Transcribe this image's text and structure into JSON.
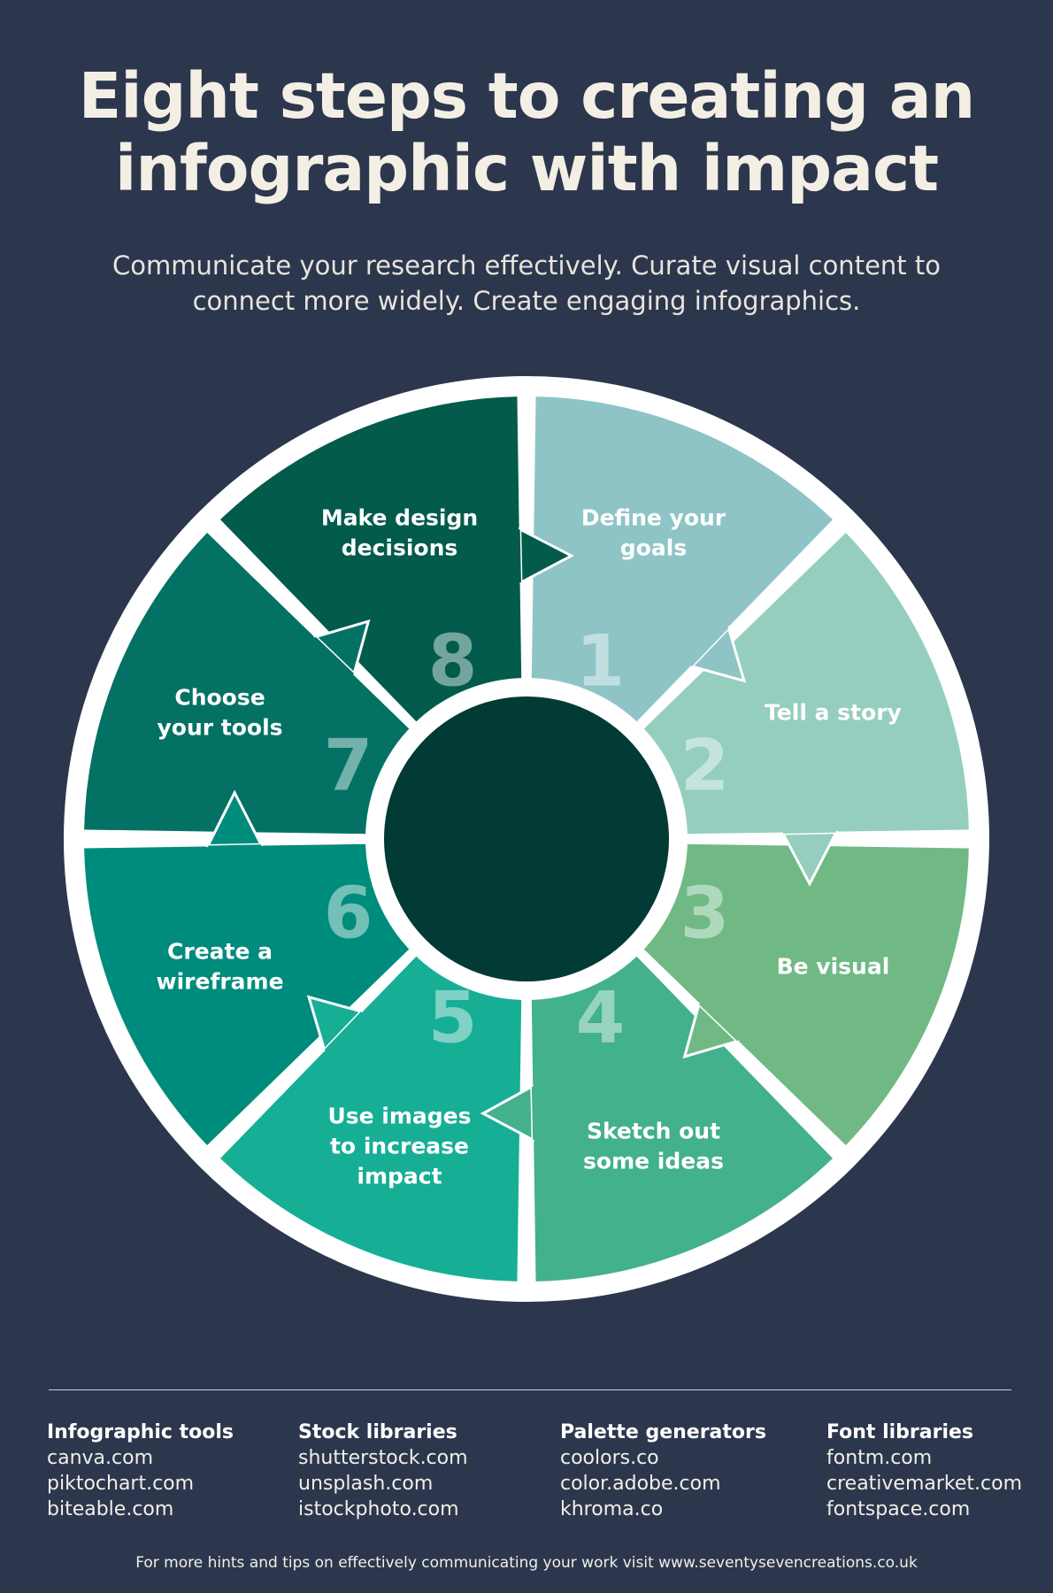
{
  "header": {
    "title_line1": "Eight steps to creating an",
    "title_line2": "infographic with impact",
    "subtitle_line1": "Communicate your research effectively. Curate visual content to",
    "subtitle_line2": "connect more widely. Create engaging infographics."
  },
  "steps": [
    {
      "number": "1",
      "lines": [
        "Define your",
        "goals"
      ],
      "color": "#8fc4c6"
    },
    {
      "number": "2",
      "lines": [
        "Tell a story"
      ],
      "color": "#95cebe"
    },
    {
      "number": "3",
      "lines": [
        "Be visual"
      ],
      "color": "#70b985"
    },
    {
      "number": "4",
      "lines": [
        "Sketch out",
        "some ideas"
      ],
      "color": "#43b08e"
    },
    {
      "number": "5",
      "lines": [
        "Use images",
        "to increase",
        "impact"
      ],
      "color": "#17ae96"
    },
    {
      "number": "6",
      "lines": [
        "Create a",
        "wireframe"
      ],
      "color": "#008c7c"
    },
    {
      "number": "7",
      "lines": [
        "Choose",
        "your tools"
      ],
      "color": "#037265"
    },
    {
      "number": "8",
      "lines": [
        "Make design",
        "decisions"
      ],
      "color": "#025b4b"
    }
  ],
  "center_color": "#023a35",
  "resources": [
    {
      "heading": "Infographic tools",
      "links": [
        "canva.com",
        "piktochart.com",
        "biteable.com"
      ]
    },
    {
      "heading": "Stock libraries",
      "links": [
        "shutterstock.com",
        "unsplash.com",
        "istockphoto.com"
      ]
    },
    {
      "heading": "Palette generators",
      "links": [
        "coolors.co",
        "color.adobe.com",
        "khroma.co"
      ]
    },
    {
      "heading": "Font libraries",
      "links": [
        "fontm.com",
        "creativemarket.com",
        "fontspace.com"
      ]
    }
  ],
  "footer": {
    "text": "For more hints and tips on effectively communicating your work visit www.seventysevencreations.co.uk"
  }
}
